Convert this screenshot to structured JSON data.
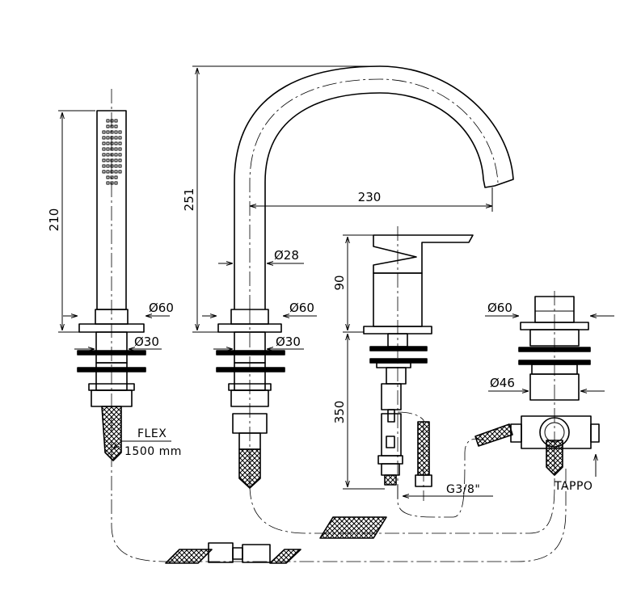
{
  "dimensions": {
    "hand_shower_height": "210",
    "spout_height": "251",
    "spout_reach": "230",
    "spout_diameter": "Ø28",
    "hand_shower_base_diameter": "Ø60",
    "spout_base_diameter": "Ø60",
    "hand_shower_shank_diameter": "Ø30",
    "spout_shank_diameter": "Ø30",
    "mixer_height": "90",
    "mixer_shank_length": "350",
    "diverter_diameter": "Ø60",
    "diverter_body_diameter": "Ø46"
  },
  "labels": {
    "flex": "FLEX",
    "flex_length": "1500 mm",
    "thread": "G3/8\"",
    "plug": "TAPPO"
  },
  "colors": {
    "line": "#000000",
    "background": "#ffffff"
  }
}
